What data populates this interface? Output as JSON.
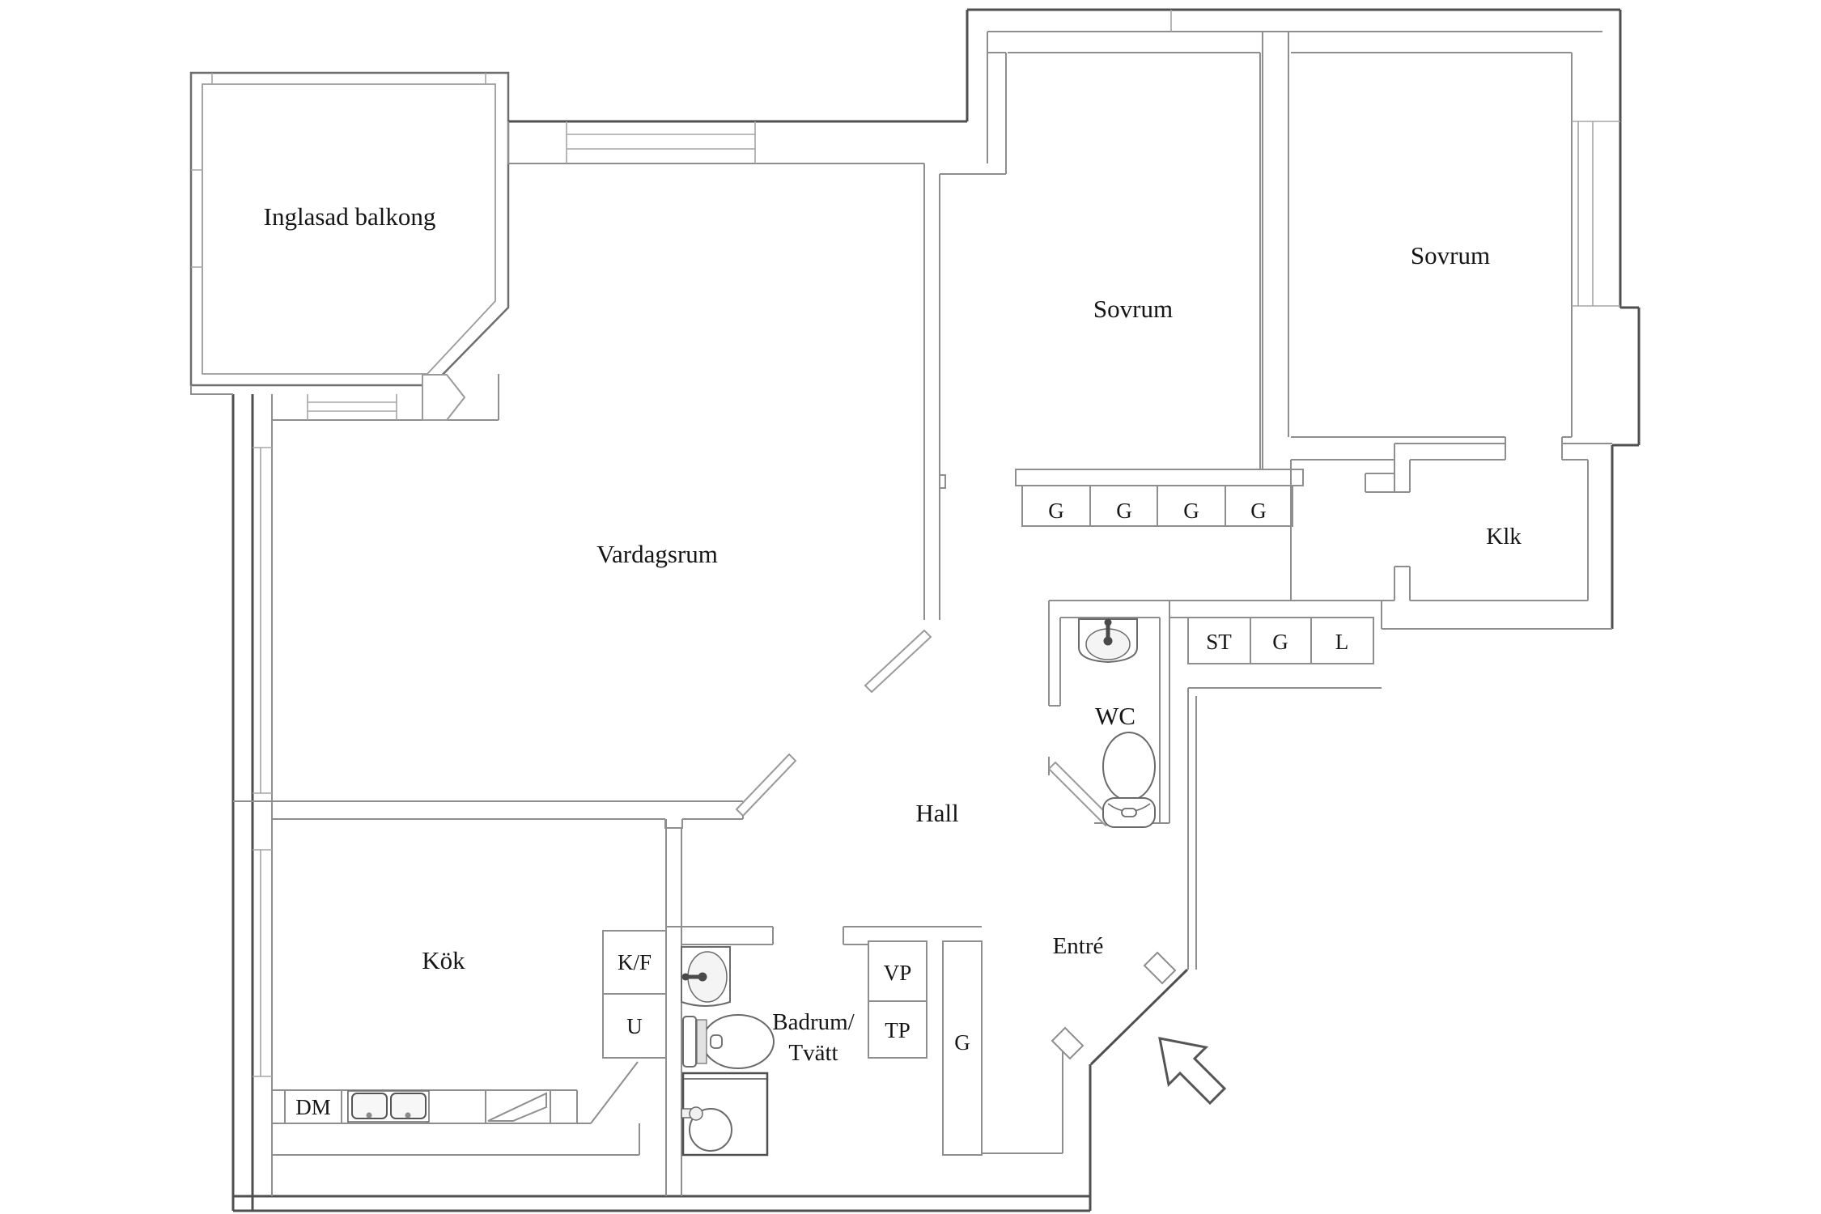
{
  "colors": {
    "background": "#ffffff",
    "wall_light": "#8e8e8e",
    "wall_dark": "#4f4f4f",
    "window_line": "#a5a5a5",
    "text": "#151515"
  },
  "rooms": {
    "balcony": {
      "label": "Inglasad balkong"
    },
    "living_room": {
      "label": "Vardagsrum"
    },
    "bedroom_left": {
      "label": "Sovrum"
    },
    "bedroom_right": {
      "label": "Sovrum"
    },
    "walk_in_closet": {
      "label": "Klk"
    },
    "wc": {
      "label": "WC"
    },
    "hall": {
      "label": "Hall"
    },
    "entry": {
      "label": "Entré"
    },
    "kitchen": {
      "label": "Kök"
    },
    "bathroom": {
      "label_line1": "Badrum/",
      "label_line2": "Tvätt"
    }
  },
  "storage": {
    "bedroom_wardrobes": [
      "G",
      "G",
      "G",
      "G"
    ],
    "hall_units": [
      "ST",
      "G",
      "L"
    ],
    "bathroom_wall_units": [
      "VP",
      "TP"
    ],
    "bathroom_tall_unit": "G"
  },
  "kitchen_appliances": {
    "dishwasher": "DM",
    "fridge_freezer": "K/F",
    "oven": "U"
  },
  "icons": {
    "wc_sink": "sink-icon",
    "wc_toilet": "toilet-icon",
    "bathroom_sink": "sink-icon",
    "bathroom_toilet": "toilet-icon",
    "washing_machine": "washing-machine-icon",
    "kitchen_sink": "double-sink-icon",
    "kitchen_hob": "stove-icon",
    "entrance_arrow": "entrance-arrow-icon"
  }
}
